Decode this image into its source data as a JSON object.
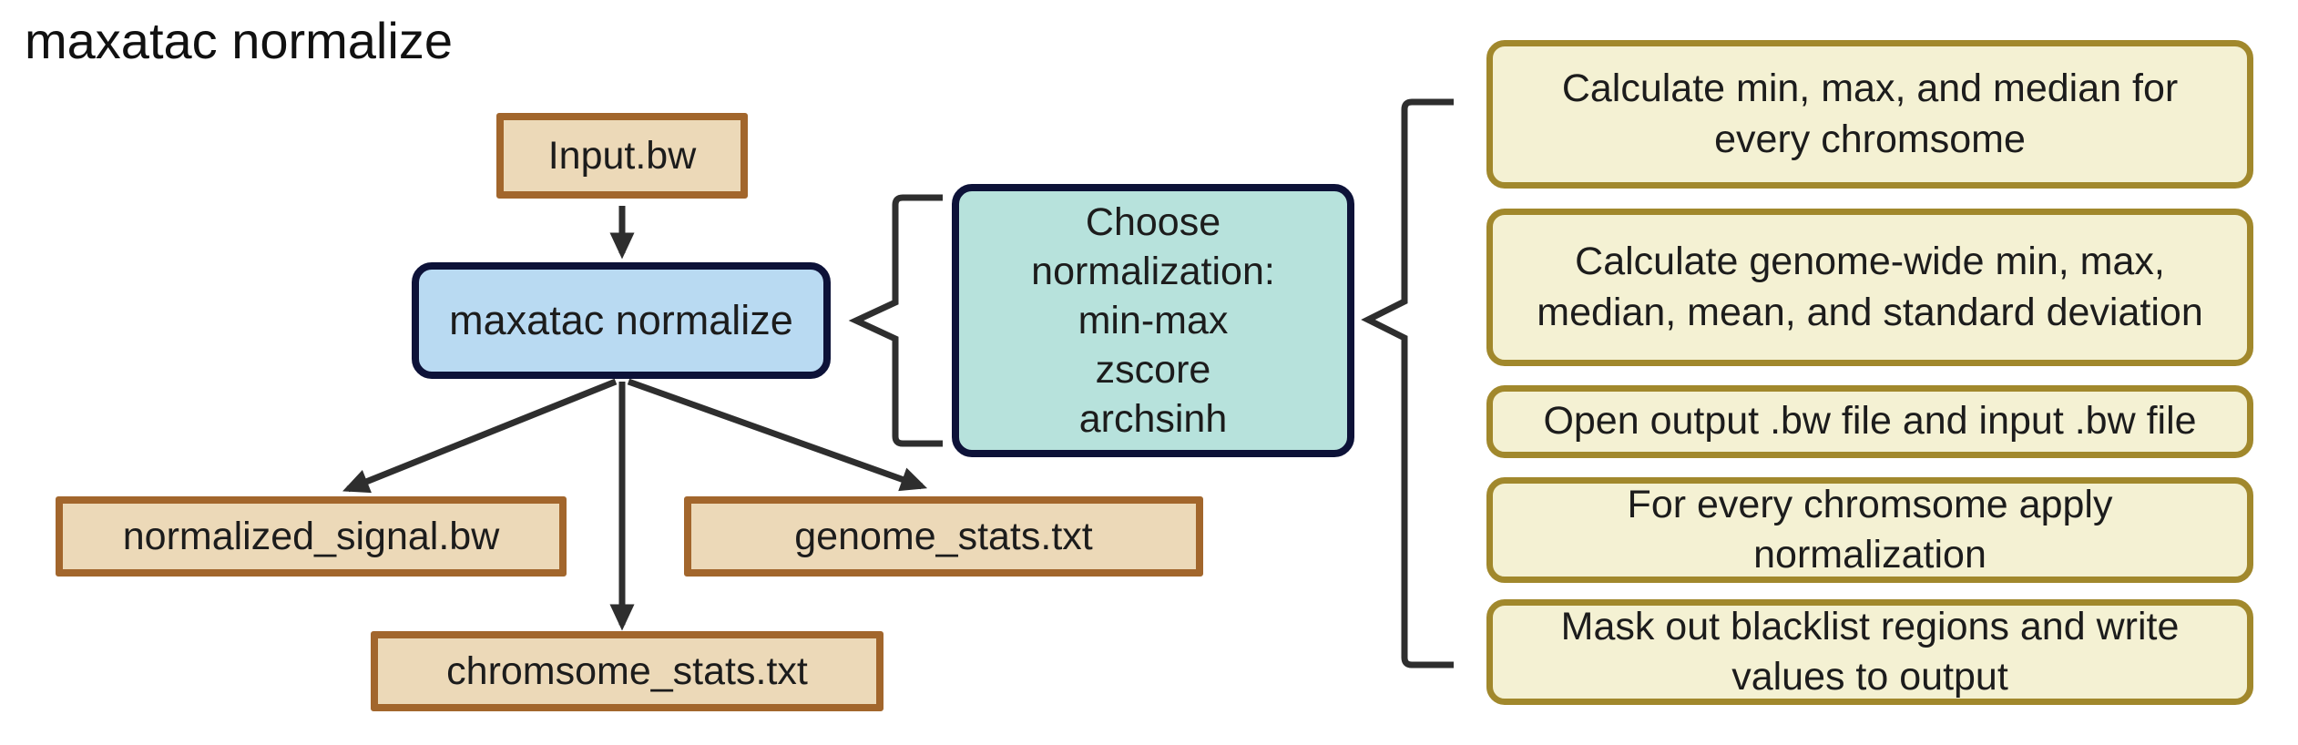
{
  "title": "maxatac normalize",
  "colors": {
    "canvas_bg": "#ffffff",
    "text": "#1c1c1c",
    "file_fill": "#ecd9b8",
    "file_border": "#a2662c",
    "process_fill": "#b9daf2",
    "dark_border": "#0d1238",
    "choice_fill": "#b7e2dc",
    "step_fill": "#f4f1d3",
    "step_border": "#a1882c",
    "connector": "#2e2e2e"
  },
  "diagram": {
    "input_file": {
      "label": "Input.bw"
    },
    "process": {
      "label": "maxatac normalize"
    },
    "choice": {
      "lines": [
        "Choose",
        "normalization:",
        "min-max",
        "zscore",
        "archsinh"
      ]
    },
    "output_files": [
      {
        "label": "normalized_signal.bw"
      },
      {
        "label": "genome_stats.txt"
      },
      {
        "label": "chromsome_stats.txt"
      }
    ],
    "steps": [
      {
        "label": "Calculate min, max, and median for every chromsome"
      },
      {
        "label": "Calculate genome-wide min, max, median, mean, and standard deviation"
      },
      {
        "label": "Open output .bw file and input .bw file"
      },
      {
        "label": "For every chromsome apply normalization"
      },
      {
        "label": "Mask out blacklist regions and write values to output"
      }
    ]
  }
}
